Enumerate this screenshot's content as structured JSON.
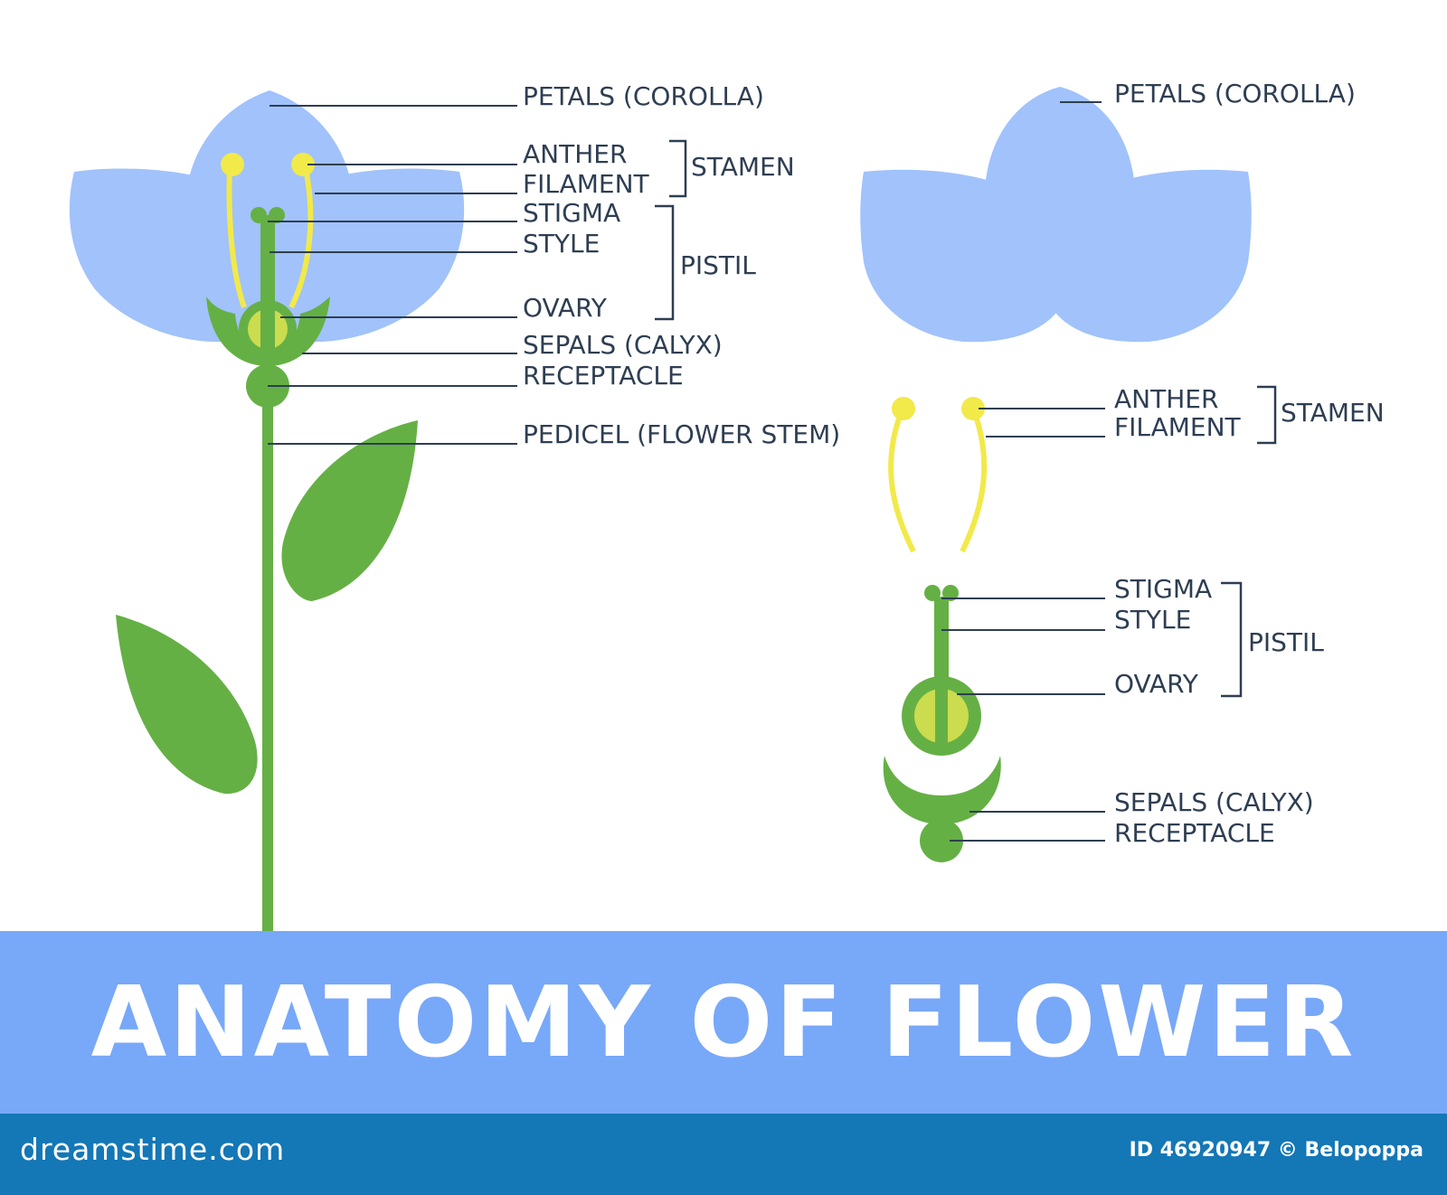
{
  "full_flower": {
    "labels": {
      "petals": "PETALS (COROLLA)",
      "anther": "ANTHER",
      "filament": "FILAMENT",
      "stigma": "STIGMA",
      "style": "STYLE",
      "ovary": "OVARY",
      "sepals": "SEPALS (CALYX)",
      "receptacle": "RECEPTACLE",
      "pedicel": "PEDICEL (FLOWER STEM)"
    },
    "groups": {
      "stamen": "STAMEN",
      "pistil": "PISTIL"
    }
  },
  "exploded": {
    "labels": {
      "petals": "PETALS (COROLLA)",
      "anther": "ANTHER",
      "filament": "FILAMENT",
      "stigma": "STIGMA",
      "style": "STYLE",
      "ovary": "OVARY",
      "sepals": "SEPALS (CALYX)",
      "receptacle": "RECEPTACLE"
    },
    "groups": {
      "stamen": "STAMEN",
      "pistil": "PISTIL"
    }
  },
  "title": "ANATOMY OF FLOWER",
  "footer": {
    "site": "dreamstime.com",
    "stock_id": "ID 46920947 © Belopoppa"
  },
  "colors": {
    "petal": "#a1c2fb",
    "stem": "#65b045",
    "stamen": "#f2e94a",
    "ovary": "#cbdc4e",
    "label": "#2e3e52",
    "title_band": "#78a8f8",
    "footer_band": "#1477b6"
  }
}
